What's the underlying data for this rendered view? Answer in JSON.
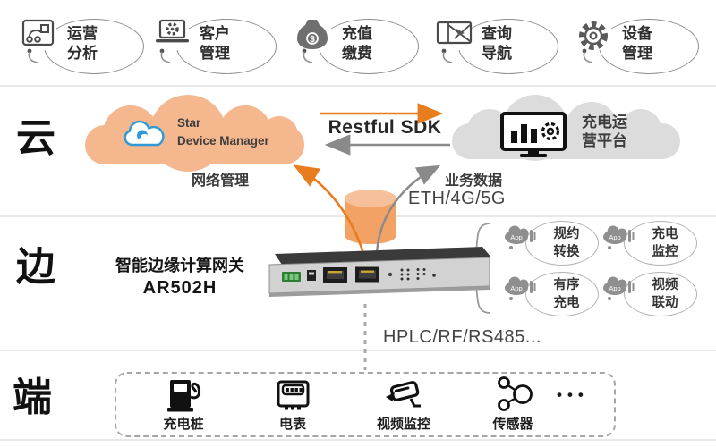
{
  "sections": {
    "cloud_label": "云",
    "edge_label": "边",
    "terminal_label": "端"
  },
  "top_apps": [
    {
      "icon": "operations-analysis-icon",
      "line1": "运营",
      "line2": "分析"
    },
    {
      "icon": "customer-management-icon",
      "line1": "客户",
      "line2": "管理"
    },
    {
      "icon": "money-bag-icon",
      "line1": "充值",
      "line2": "缴费"
    },
    {
      "icon": "map-navigation-icon",
      "line1": "查询",
      "line2": "导航"
    },
    {
      "icon": "gear-icon",
      "line1": "设备",
      "line2": "管理"
    }
  ],
  "cloud": {
    "left_cloud": {
      "line1": "Star",
      "line2": "Device Manager"
    },
    "right_cloud": {
      "line1": "充电运",
      "line2": "营平台"
    },
    "middle_label": "Restful SDK",
    "left_arrow_label": "网络管理",
    "right_arrow_label": "业务数据",
    "link_label": "ETH/4G/5G"
  },
  "edge": {
    "gateway_title": "智能边缘计算网关",
    "gateway_model": "AR502H",
    "app_badge": "App",
    "apps": [
      {
        "line1": "规约",
        "line2": "转换"
      },
      {
        "line1": "充电",
        "line2": "监控"
      },
      {
        "line1": "有序",
        "line2": "充电"
      },
      {
        "line1": "视频",
        "line2": "联动"
      }
    ],
    "link_label": "HPLC/RF/RS485..."
  },
  "terminal": {
    "devices": [
      {
        "icon": "charging-pile-icon",
        "label": "充电桩"
      },
      {
        "icon": "electric-meter-icon",
        "label": "电表"
      },
      {
        "icon": "cctv-camera-icon",
        "label": "视频监控"
      },
      {
        "icon": "sensor-icon",
        "label": "传感器"
      }
    ],
    "more_label": "•••"
  },
  "colors": {
    "accent_orange": "#E87D1E",
    "cloud_orange": "#F4B78E",
    "platform_cloud_gray": "#DCDCDC",
    "arrow_gray": "#8A8A8A",
    "antenna_red": "#C74A38",
    "terminal_green": "#2E7D32"
  }
}
